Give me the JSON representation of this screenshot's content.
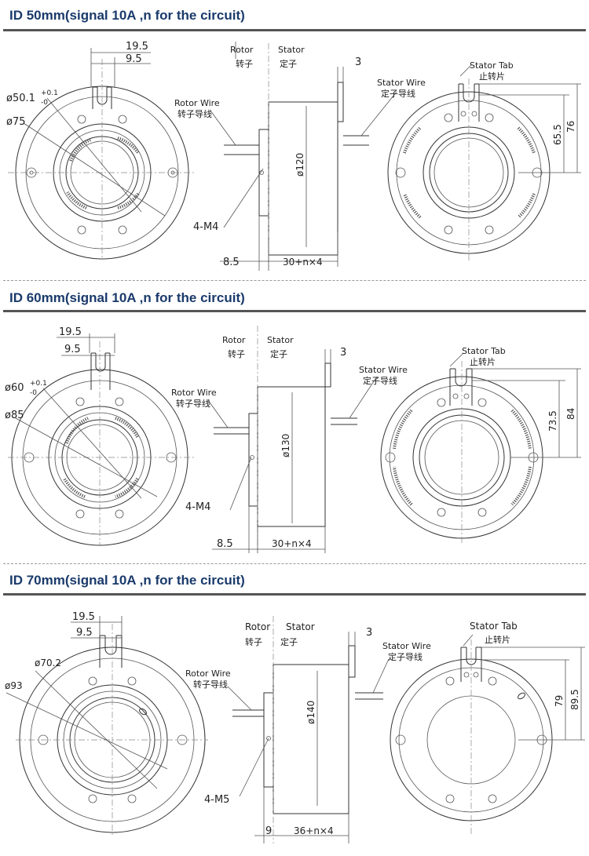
{
  "sections": [
    {
      "title": "ID 50mm(signal 10A ,n for the circuit)",
      "front": {
        "dim_top": "19.5",
        "dim_inner": "9.5",
        "bore": "ø50.1",
        "bore_tol_up": "+0.1",
        "bore_tol_down": "-0",
        "outer": "ø75"
      },
      "side": {
        "rotor_en": "Rotor",
        "rotor_cn": "转子",
        "stator_en": "Stator",
        "stator_cn": "定子",
        "tab_thk": "3",
        "rotor_wire_en": "Rotor Wire",
        "rotor_wire_cn": "转子导线",
        "stator_wire_en": "Stator Wire",
        "stator_wire_cn": "定子导线",
        "diameter": "ø120",
        "screw": "4-M4",
        "flange": "8.5",
        "length": "30+n×4"
      },
      "back": {
        "tab_en": "Stator Tab",
        "tab_cn": "止转片",
        "dim_a": "65.5",
        "dim_b": "76"
      }
    },
    {
      "title": "ID 60mm(signal 10A ,n for the circuit)",
      "front": {
        "dim_top": "19.5",
        "dim_inner": "9.5",
        "bore": "ø60",
        "bore_tol_up": "+0.1",
        "bore_tol_down": "-0",
        "outer": "ø85"
      },
      "side": {
        "rotor_en": "Rotor",
        "rotor_cn": "转子",
        "stator_en": "Stator",
        "stator_cn": "定子",
        "tab_thk": "3",
        "rotor_wire_en": "Rotor Wire",
        "rotor_wire_cn": "转子导线",
        "stator_wire_en": "Stator Wire",
        "stator_wire_cn": "定子导线",
        "diameter": "ø130",
        "screw": "4-M4",
        "flange": "8.5",
        "length": "30+n×4"
      },
      "back": {
        "tab_en": "Stator Tab",
        "tab_cn": "止转片",
        "dim_a": "73.5",
        "dim_b": "84"
      }
    },
    {
      "title": "ID 70mm(signal 10A ,n for the circuit)",
      "front": {
        "dim_top": "19.5",
        "dim_inner": "9.5",
        "bore": "ø70.2",
        "outer": "ø93"
      },
      "side": {
        "rotor_en": "Rotor",
        "rotor_cn": "转子",
        "stator_en": "Stator",
        "stator_cn": "定子",
        "tab_thk": "3",
        "rotor_wire_en": "Rotor Wire",
        "rotor_wire_cn": "转子导线",
        "stator_wire_en": "Stator Wire",
        "stator_wire_cn": "定子导线",
        "diameter": "ø140",
        "screw": "4-M5",
        "flange": "9",
        "length": "36+n×4"
      },
      "back": {
        "tab_en": "Stator Tab",
        "tab_cn": "止转片",
        "dim_a": "79",
        "dim_b": "89.5"
      }
    }
  ]
}
